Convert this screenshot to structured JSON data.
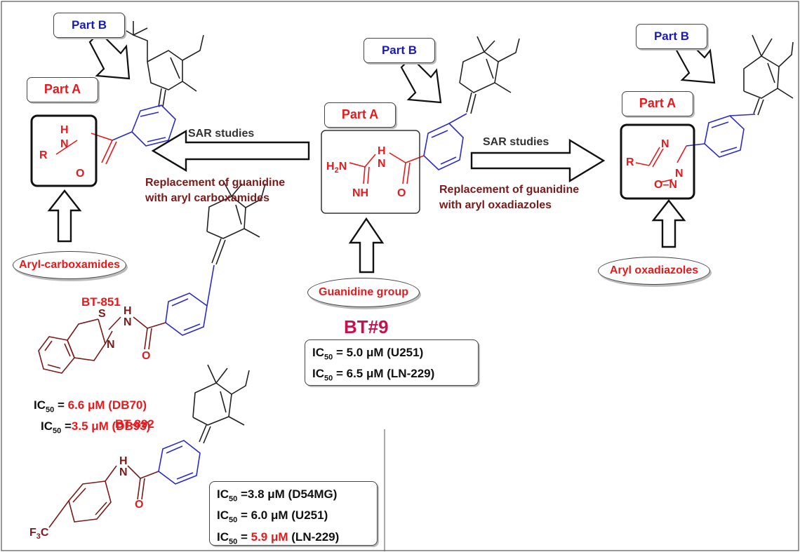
{
  "labels": {
    "part_b": "Part B",
    "part_a": "Part A",
    "sar_studies": "SAR studies",
    "replace_left_1": "Replacement of guanidine",
    "replace_left_2": "with aryl carboxamides",
    "replace_right_1": "Replacement of guanidine",
    "replace_right_2": "with aryl oxadiazoles",
    "aryl_carboxamides": "Aryl-carboxamides",
    "guanidine_group": "Guanidine group",
    "aryl_oxadiazoles": "Aryl oxadiazoles"
  },
  "compounds": {
    "bt9": {
      "name": "BT#9",
      "ic50": [
        {
          "prefix": "IC",
          "sub": "50",
          "text": " = 5.0 μM (U251)"
        },
        {
          "prefix": "IC",
          "sub": "50",
          "text": " = 6.5 μM (LN-229)"
        }
      ]
    },
    "bt851": {
      "name": "BT-851",
      "ic50": [
        {
          "pre": " = ",
          "value": "6.6 μM (DB70)"
        },
        {
          "pre": " =",
          "value": "3.5 μM (DB93)"
        }
      ]
    },
    "bt892": {
      "name": "BT-892",
      "ic50": [
        {
          "text": " =3.8 μM (D54MG)"
        },
        {
          "text": " = 6.0 μM (U251)"
        },
        {
          "pre": " = ",
          "value": "5.9 μM",
          "post": " (LN-229)"
        }
      ]
    }
  },
  "atoms": {
    "R": "R",
    "H": "H",
    "N": "N",
    "O": "O",
    "S": "S",
    "H2N": "H2N",
    "NH": "NH",
    "F3C": "F3C"
  },
  "colors": {
    "part_b": "#1a1ab8",
    "red": "#e8191c",
    "maroon": "#7a1a1a",
    "blue_bond": "#2a2ad0"
  }
}
